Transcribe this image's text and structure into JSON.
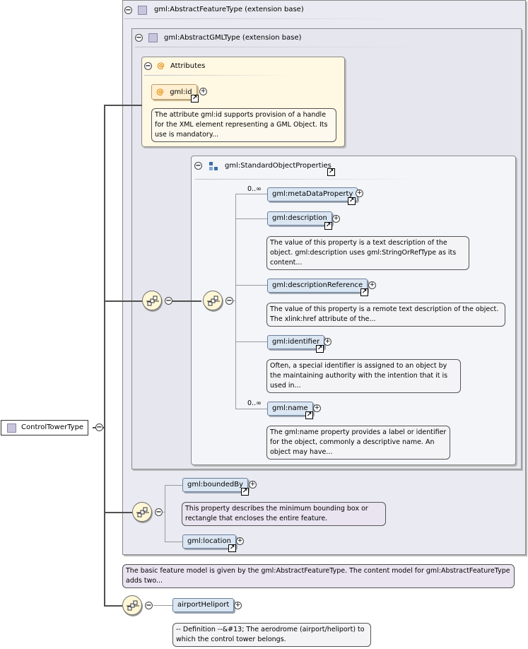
{
  "root": {
    "label": "ControlTowerType"
  },
  "abstract_feature": {
    "title": "gml:AbstractFeatureType (extension base)"
  },
  "abstract_gml": {
    "title": "gml:AbstractGMLType (extension base)"
  },
  "attributes": {
    "title": "Attributes",
    "id_label": "gml:id",
    "id_doc": "The attribute gml:id supports provision of a handle for the XML element representing a GML Object. Its use is mandatory..."
  },
  "standard_props": {
    "title": "gml:StandardObjectProperties",
    "elements": [
      {
        "label": "gml:metaDataProperty",
        "multiplicity": "0..∞",
        "doc": ""
      },
      {
        "label": "gml:description",
        "multiplicity": "",
        "doc": "The value of this property is a text description of the object. gml:description uses gml:StringOrRefType as its content..."
      },
      {
        "label": "gml:descriptionReference",
        "multiplicity": "",
        "doc": "The value of this property is a remote text description of the object. The xlink:href attribute of the..."
      },
      {
        "label": "gml:identifier",
        "multiplicity": "",
        "doc": "Often, a special identifier is assigned to an object by the maintaining authority with the intention that it is used in..."
      },
      {
        "label": "gml:name",
        "multiplicity": "0..∞",
        "doc": "The gml:name property provides a label or identifier for the object, commonly a descriptive name. An object may have..."
      }
    ]
  },
  "feature_seq": {
    "bounded_by": "gml:boundedBy",
    "bounded_by_doc": "This property describes the minimum bounding box or rectangle that encloses the entire feature.",
    "location": "gml:location"
  },
  "feature_doc": "The basic feature model is given by the gml:AbstractFeatureType. The content model for gml:AbstractFeatureType adds two...",
  "airport": {
    "label": "airportHeliport",
    "doc": "-- Definition --&#13; The aerodrome (airport/heliport) to which the control tower belongs."
  },
  "colors": {
    "element_fill": "#dbe6f3",
    "attribute_fill": "#ffefd0",
    "sequence_fill": "#fff7d6",
    "panel_fill": "#eaeaf2"
  },
  "icons": {
    "collapse": "minus-circle-icon",
    "expand": "plus-circle-icon",
    "link": "link-arrow-icon",
    "sequence": "sequence-compositor-icon",
    "group": "model-group-icon",
    "type": "complex-type-icon",
    "attribute": "attribute-at-icon"
  }
}
